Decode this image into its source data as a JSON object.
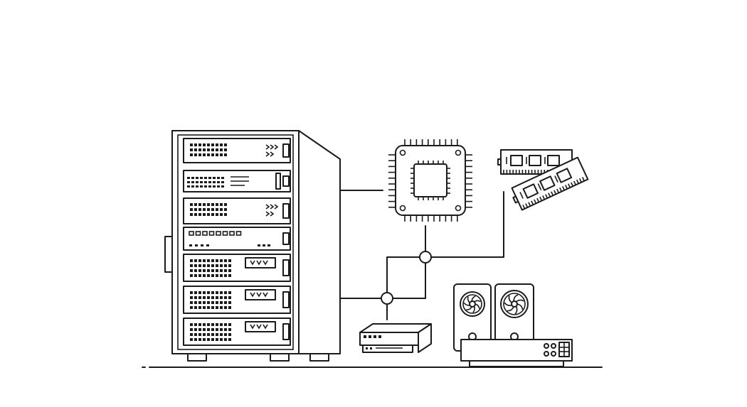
{
  "illustration": {
    "style": "monochrome line art",
    "stroke_color": "#1b1b1b",
    "background_color": "#ffffff",
    "components": [
      {
        "name": "server-rack",
        "icon": "server-rack-icon",
        "units": 7
      },
      {
        "name": "cpu-chip",
        "icon": "cpu-chip-icon"
      },
      {
        "name": "memory-modules",
        "icon": "ram-stick-icon",
        "count": 2
      },
      {
        "name": "graphics-fans",
        "icon": "fan-icon",
        "count": 2
      },
      {
        "name": "network-switch",
        "icon": "network-switch-icon"
      },
      {
        "name": "small-router",
        "icon": "router-icon"
      }
    ]
  }
}
